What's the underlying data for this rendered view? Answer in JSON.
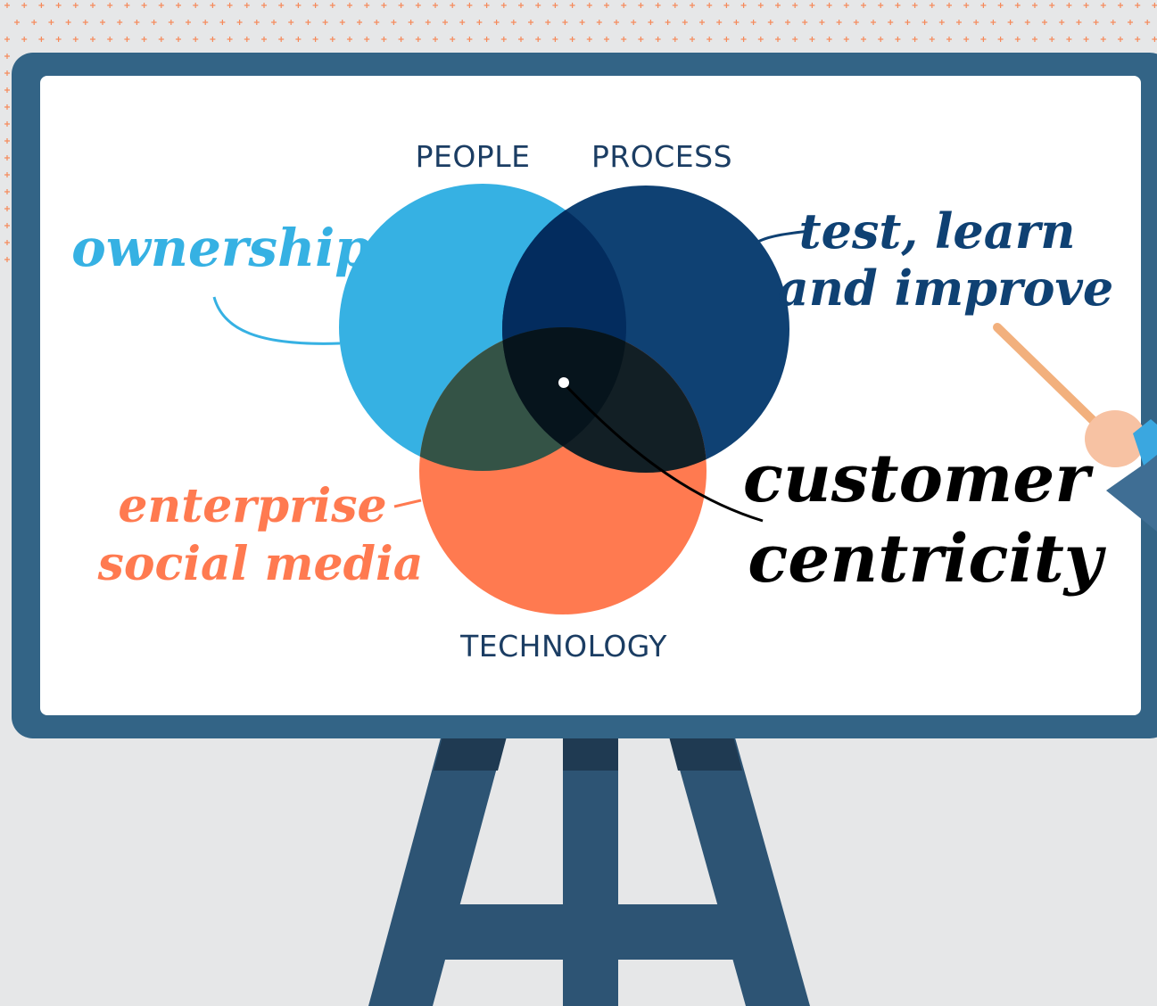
{
  "diagram": {
    "circles": {
      "people": {
        "label": "PEOPLE",
        "color": "#36b1e3"
      },
      "process": {
        "label": "PROCESS",
        "color": "#0f4173"
      },
      "technology": {
        "label": "TECHNOLOGY",
        "color": "#ff7a50"
      }
    },
    "overlap_colors": {
      "people_process": "#032c5e",
      "people_technology": "#345346",
      "process_technology": "#121f25",
      "center": "#06141c"
    },
    "annotations": {
      "ownership": {
        "text": "ownership",
        "color": "#36b1e3"
      },
      "test_learn": {
        "lines": [
          "test, learn",
          "and improve"
        ],
        "color": "#0f4173"
      },
      "enterprise": {
        "lines": [
          "enterprise",
          "social media"
        ],
        "color": "#ff7a50"
      },
      "centricity": {
        "lines": [
          "customer",
          "centricity"
        ],
        "color": "#000000"
      }
    },
    "label_color": "#1b3d63"
  },
  "colors": {
    "background": "#e6e7e8",
    "board_frame": "#336486",
    "board_surface": "#ffffff",
    "easel": "#2d5474",
    "easel_shadow": "#1f3a52",
    "pointer": "#f2b07d",
    "hand": "#f7c2a3",
    "sleeve": "#3aa7e0",
    "arm": "#3f6e94",
    "pattern": "#f58a5b"
  },
  "icons": {
    "pointer": "pointer-stick-icon",
    "hand": "hand-icon"
  }
}
